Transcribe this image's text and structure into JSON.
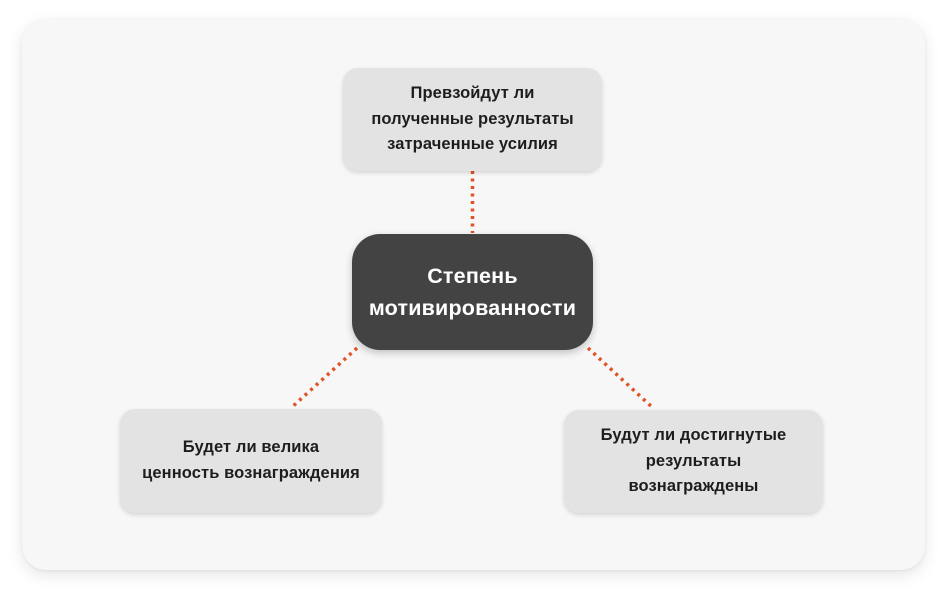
{
  "diagram": {
    "title": "Degree of motivation factors diagram",
    "nodes": {
      "center": {
        "label": "Степень\nмотивированности",
        "role": "central-concept"
      },
      "top": {
        "label": "Превзойдут ли\nполученные результаты\nзатраченные усилия",
        "role": "factor"
      },
      "bottom_left": {
        "label": "Будет ли велика\nценность вознаграждения",
        "role": "factor"
      },
      "bottom_right": {
        "label": "Будут ли достигнутые\nрезультаты вознаграждены",
        "role": "factor"
      }
    },
    "connectors": [
      {
        "from": "center",
        "to": "top",
        "style": "dotted"
      },
      {
        "from": "center",
        "to": "bottom_left",
        "style": "dotted"
      },
      {
        "from": "center",
        "to": "bottom_right",
        "style": "dotted"
      }
    ],
    "colors": {
      "connector": "#e05325",
      "center_node_bg": "#434343",
      "center_node_text": "#ffffff",
      "factor_node_bg": "#e3e3e4",
      "factor_node_text": "#1d1d1d",
      "card_bg": "#f7f7f8",
      "page_bg": "#ffffff"
    }
  }
}
